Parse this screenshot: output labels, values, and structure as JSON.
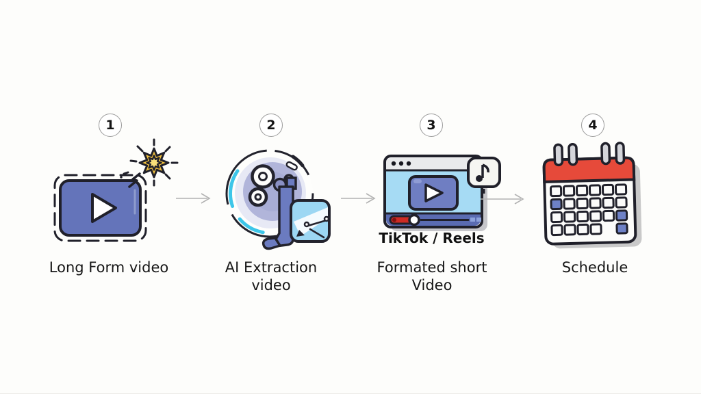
{
  "page": {
    "background_color": "#fdfdfb",
    "type": "workflow-diagram"
  },
  "steps": [
    {
      "number": "1",
      "title": "Long Form video",
      "icon": "video-player-with-sparkle-icon"
    },
    {
      "number": "2",
      "title": "AI Extraction video",
      "icon": "ai-extraction-reel-icon"
    },
    {
      "number": "3",
      "platform_label": "TikTok / Reels",
      "title": "Formated short Video",
      "icon": "short-video-window-with-music-note-icon"
    },
    {
      "number": "4",
      "title": "Schedule",
      "icon": "calendar-icon"
    }
  ],
  "arrows": [
    {
      "icon": "arrow-right-icon"
    },
    {
      "icon": "arrow-right-icon"
    },
    {
      "icon": "arrow-right-icon"
    }
  ],
  "colors": {
    "outline": "#20202a",
    "periwinkle": "#6474ba",
    "window_body_blue": "#a6dbf4",
    "device_sky_blue": "#9cd7f3",
    "lavender_disc": "#b1b5da",
    "cyan_accent": "#3dc6e9",
    "progress_red": "#cd2b24",
    "calendar_red": "#e64a3a",
    "calendar_blue": "#6e81c6",
    "star_yellow": "#f3c23d",
    "arrow_gray": "#b2b2b2"
  }
}
